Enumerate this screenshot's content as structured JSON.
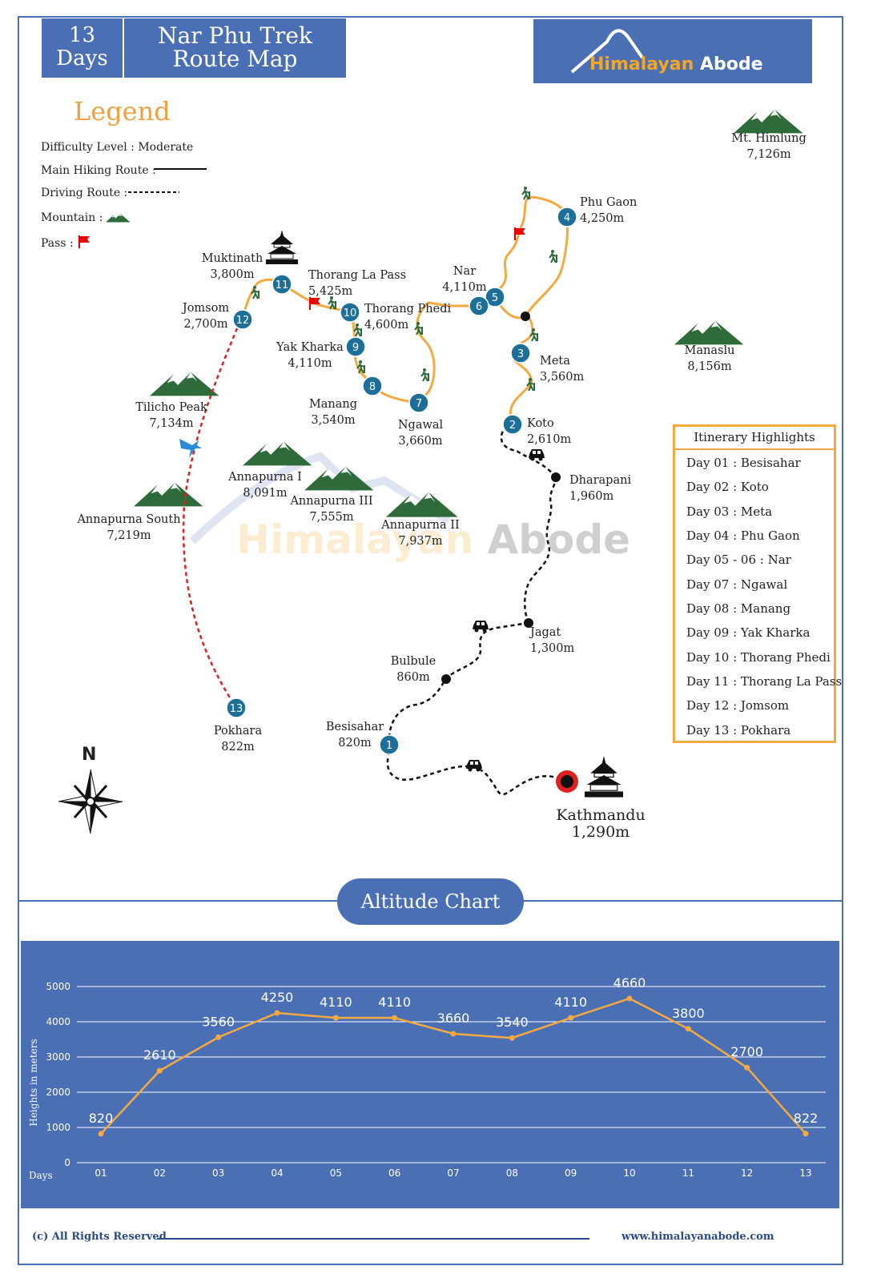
{
  "header": {
    "days_num": "13",
    "days_word": "Days",
    "title_line1": "Nar Phu Trek",
    "title_line2": "Route Map"
  },
  "logo": {
    "part1": "Himalayan",
    "part2": "Abode"
  },
  "watermark": {
    "part1": "Himalayan",
    "part2": "Abode"
  },
  "legend": {
    "title": "Legend",
    "difficulty": "Difficulty Level :  Moderate",
    "main_route": "Main Hiking Route :",
    "driving_route": "Driving Route :",
    "mountain": "Mountain :",
    "pass": "Pass :"
  },
  "mountains": [
    {
      "name": "Mt. Himlung",
      "alt": "7,126m"
    },
    {
      "name": "Manaslu",
      "alt": "8,156m"
    },
    {
      "name": "Tilicho Peak",
      "alt": "7,134m"
    },
    {
      "name": "Annapurna South",
      "alt": "7,219m"
    },
    {
      "name": "Annapurna I",
      "alt": "8,091m"
    },
    {
      "name": "Annapurna III",
      "alt": "7,555m"
    },
    {
      "name": "Annapurna II",
      "alt": "7,937m"
    }
  ],
  "places": [
    {
      "name": "Muktinath",
      "alt": "3,800m"
    },
    {
      "name": "Thorang La Pass",
      "alt": "5,425m"
    },
    {
      "name": "Jomsom",
      "alt": "2,700m"
    },
    {
      "name": "Thorang Phedi",
      "alt": "4,600m"
    },
    {
      "name": "Yak Kharka",
      "alt": "4,110m"
    },
    {
      "name": "Manang",
      "alt": "3,540m"
    },
    {
      "name": "Ngawal",
      "alt": "3,660m"
    },
    {
      "name": "Nar",
      "alt": "4,110m"
    },
    {
      "name": "Phu Gaon",
      "alt": "4,250m"
    },
    {
      "name": "Meta",
      "alt": "3,560m"
    },
    {
      "name": "Koto",
      "alt": "2,610m"
    },
    {
      "name": "Dharapani",
      "alt": "1,960m"
    },
    {
      "name": "Jagat",
      "alt": "1,300m"
    },
    {
      "name": "Bulbule",
      "alt": "860m"
    },
    {
      "name": "Besisahar",
      "alt": "820m"
    },
    {
      "name": "Pokhara",
      "alt": "822m"
    }
  ],
  "kathmandu": {
    "name": "Kathmandu",
    "alt": "1,290m"
  },
  "north": "N",
  "stops": [
    "1",
    "2",
    "3",
    "4",
    "5",
    "6",
    "7",
    "8",
    "9",
    "10",
    "11",
    "12",
    "13"
  ],
  "itinerary": {
    "title": "Itinerary Highlights",
    "items": [
      "Day 01 : Besisahar",
      "Day 02 : Koto",
      "Day 03 : Meta",
      "Day 04 : Phu Gaon",
      "Day 05 - 06 : Nar",
      "Day 07 : Ngawal",
      "Day 08 : Manang",
      "Day 09 : Yak Kharka",
      "Day 10 : Thorang Phedi",
      "Day 11 : Thorang La Pass",
      "Day 12 : Jomsom",
      "Day 13 : Pokhara"
    ]
  },
  "chart_title": "Altitude Chart",
  "chart_data": {
    "type": "line",
    "categories": [
      "01",
      "02",
      "03",
      "04",
      "05",
      "06",
      "07",
      "08",
      "09",
      "10",
      "11",
      "12",
      "13"
    ],
    "series": [
      {
        "values": [
          820,
          2610,
          3560,
          4250,
          4110,
          4110,
          3660,
          3540,
          4110,
          4660,
          3800,
          2700,
          822
        ]
      }
    ],
    "ylabel": "Heights in meters",
    "xlabel": "Days",
    "yticks": [
      "0",
      "1000",
      "2000",
      "3000",
      "4000",
      "5000"
    ],
    "ylim": [
      0,
      5000
    ],
    "grid": true,
    "colors": {
      "line": "#f5a940",
      "background": "#4a6fb5"
    }
  },
  "footer": {
    "left": "(c) All Rights Reserved",
    "right": "www.himalayanabode.com"
  }
}
